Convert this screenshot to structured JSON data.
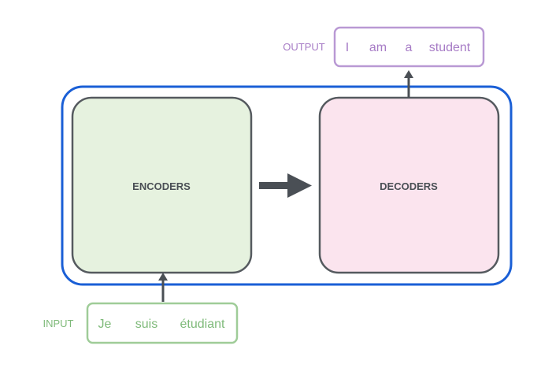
{
  "output": {
    "label": "OUTPUT",
    "tokens": [
      "I",
      "am",
      "a",
      "student"
    ]
  },
  "input": {
    "label": "INPUT",
    "tokens": [
      "Je",
      "suis",
      "étudiant"
    ]
  },
  "encoders": {
    "label": "ENCODERS"
  },
  "decoders": {
    "label": "DECODERS"
  },
  "colors": {
    "container_border": "#1a5fd6",
    "box_border": "#555a5f",
    "encoders_fill": "#e6f2df",
    "decoders_fill": "#fbe4ee",
    "arrow": "#4a4f55",
    "output_accent": "#a77cc6",
    "input_accent": "#7fba7a",
    "box_text": "#4a4f55"
  }
}
